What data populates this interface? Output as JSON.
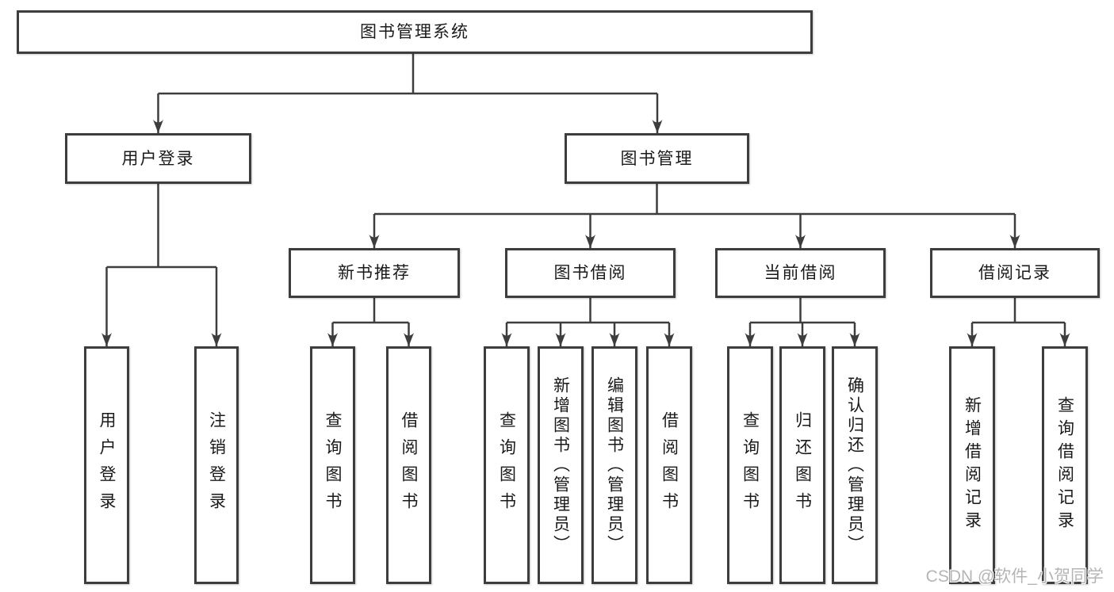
{
  "tree": {
    "root": {
      "label": "图书管理系统"
    },
    "user_login": {
      "label": "用户登录",
      "children": [
        {
          "label": "用户登录"
        },
        {
          "label": "注销登录"
        }
      ]
    },
    "book_management": {
      "label": "图书管理",
      "children": [
        {
          "label": "新书推荐",
          "children": [
            {
              "label": "查询图书"
            },
            {
              "label": "借阅图书"
            }
          ]
        },
        {
          "label": "图书借阅",
          "children": [
            {
              "label": "查询图书"
            },
            {
              "label": "新增图书（管理员）"
            },
            {
              "label": "编辑图书（管理员）"
            },
            {
              "label": "借阅图书"
            }
          ]
        },
        {
          "label": "当前借阅",
          "children": [
            {
              "label": "查询图书"
            },
            {
              "label": "归还图书"
            },
            {
              "label": "确认归还（管理员）"
            }
          ]
        },
        {
          "label": "借阅记录",
          "children": [
            {
              "label": "新增借阅记录"
            },
            {
              "label": "查询借阅记录"
            }
          ]
        }
      ]
    }
  },
  "watermark": {
    "text": "CSDN @软件_小贺同学"
  },
  "colors": {
    "line": "#3d3d3d",
    "border": "#3d3d3d",
    "background": "#ffffff",
    "text": "#1a1a1a",
    "watermark": "#b5b5b5"
  }
}
